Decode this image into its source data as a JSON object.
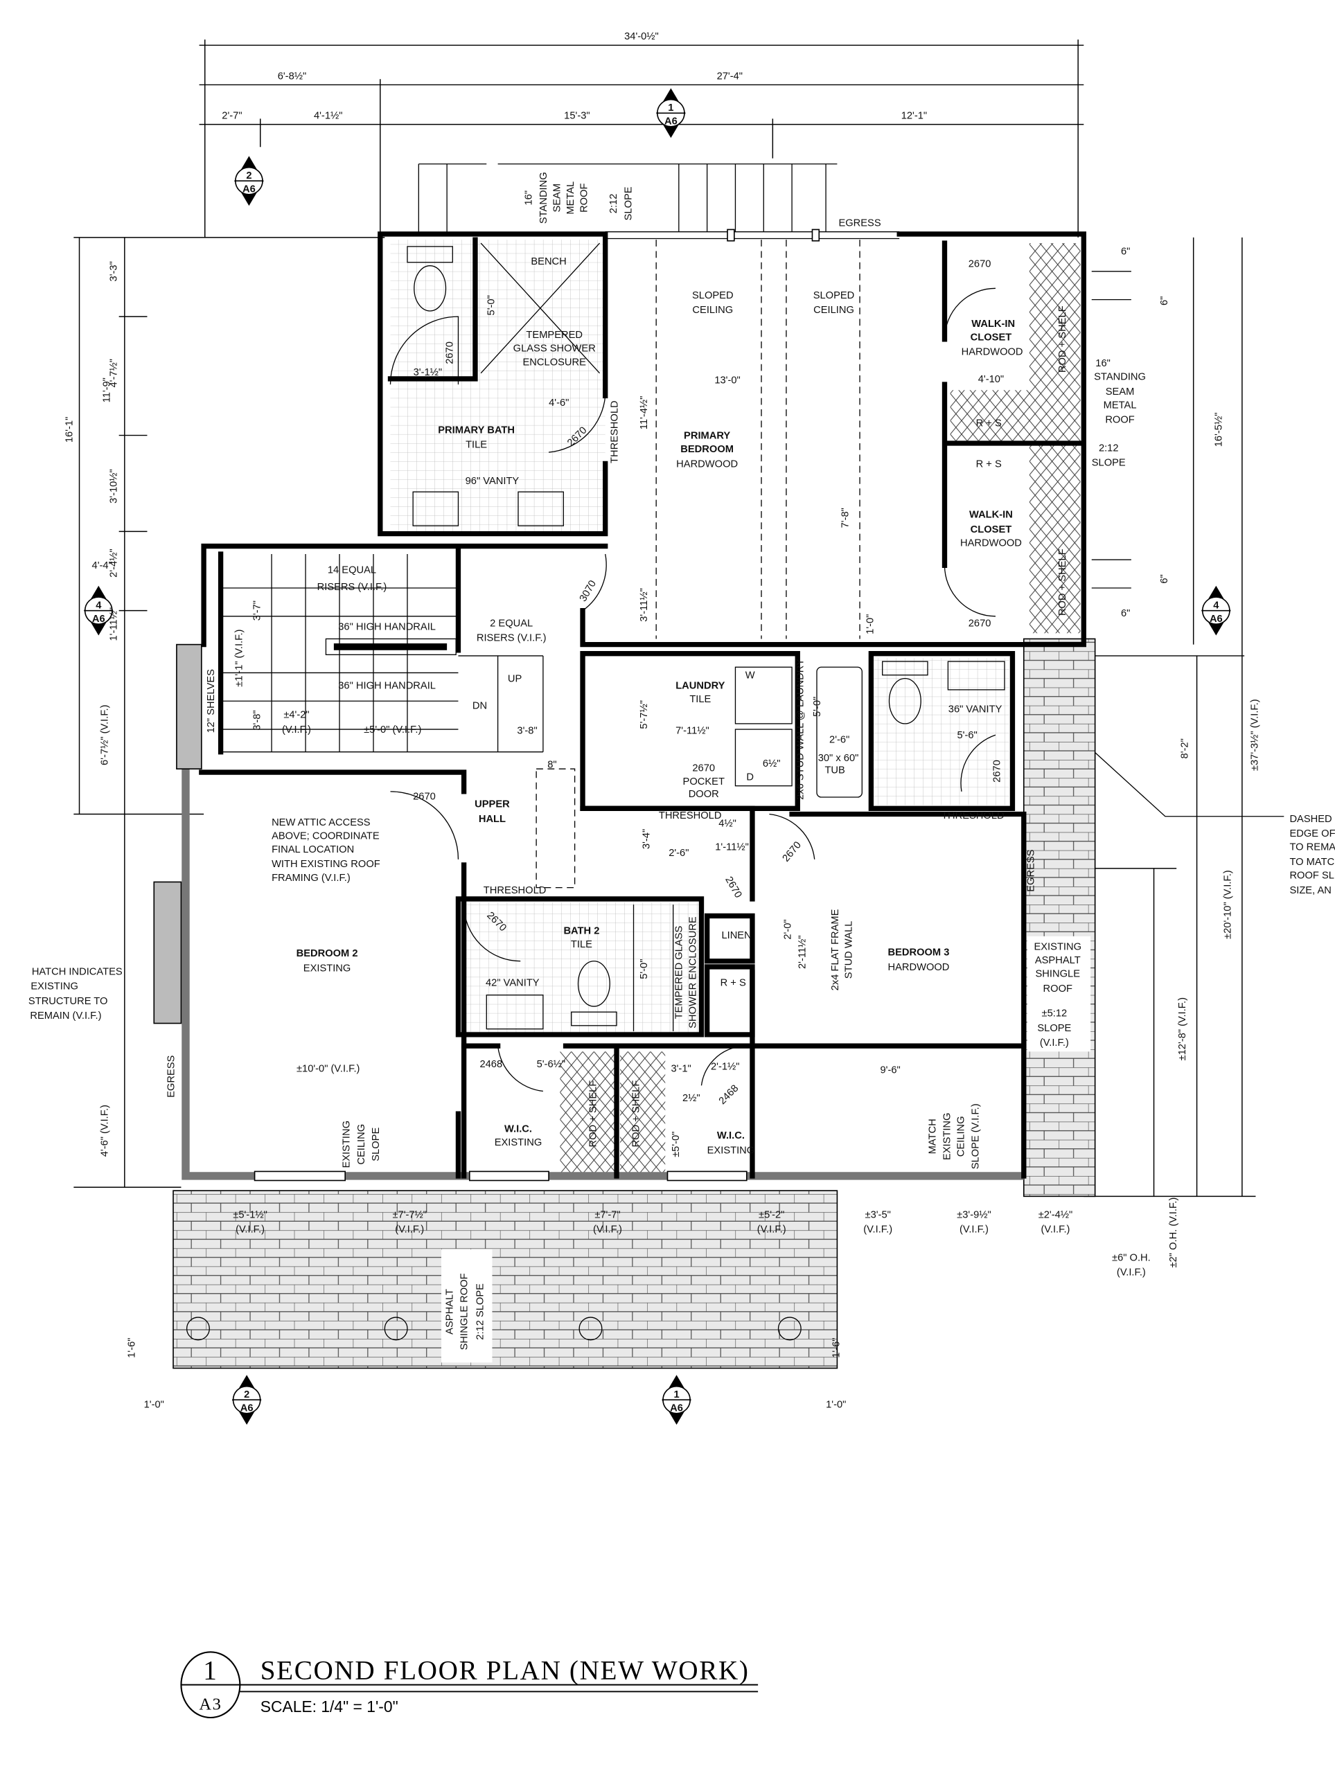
{
  "title": {
    "number": "1",
    "sheet": "A3",
    "name": "SECOND FLOOR PLAN (NEW WORK)",
    "scale": "SCALE: 1/4\" = 1'-0\""
  },
  "markers": {
    "s1": "1",
    "s2": "2",
    "s4": "4",
    "sheet": "A6"
  },
  "vif": "(V.I.F.)",
  "dims": {
    "top": [
      "34'-0½\"",
      "6'-8½\"",
      "27'-4\"",
      "2'-7\"",
      "4'-1½\"",
      "15'-3\"",
      "12'-1\""
    ],
    "left": [
      "3'-3\"",
      "11'-9\"",
      "4'-7½\"",
      "16'-1\"",
      "3'-10½\"",
      "2'-4½\"",
      "4'-4\"",
      "1'-11½\"",
      "6'-7½\" (V.I.F.)",
      "4'-6\" (V.I.F.)"
    ],
    "right": [
      "16'-5½\"",
      "±37'-3½\" (V.I.F.)",
      "8'-2\"",
      "±20'-10\" (V.I.F.)",
      "±12'-8\" (V.I.F.)",
      "6\""
    ],
    "bottom": [
      "±5'-1½\"",
      "±7'-7½\"",
      "±7'-7\"",
      "±5'-2\"",
      "±3'-5\"",
      "±3'-9½\"",
      "±2'-4½\"",
      "±6\" O.H.",
      "±2\" O.H. (V.I.F.)",
      "1'-6\"",
      "1'-0\""
    ]
  },
  "roof_top": {
    "lines": [
      "16\"",
      "STANDING",
      "SEAM",
      "METAL",
      "ROOF"
    ],
    "slope": [
      "2:12",
      "SLOPE"
    ],
    "egress": "EGRESS"
  },
  "roof_right": {
    "lines": [
      "16\"",
      "STANDING",
      "SEAM",
      "METAL",
      "ROOF",
      "2:12",
      "SLOPE"
    ]
  },
  "shingle_note": [
    "EXISTING",
    "ASPHALT",
    "SHINGLE",
    "ROOF",
    "±5:12",
    "SLOPE",
    "(V.I.F.)"
  ],
  "dashed_note": [
    "DASHED",
    "EDGE OF",
    "TO REMA",
    "TO MATC",
    "ROOF SL",
    "SIZE, AN"
  ],
  "hatch_note": [
    "HATCH INDICATES",
    "EXISTING",
    "STRUCTURE TO",
    "REMAIN (V.I.F.)"
  ],
  "attic_note": [
    "NEW ATTIC ACCESS",
    "ABOVE; COORDINATE",
    "FINAL LOCATION",
    "WITH EXISTING ROOF",
    "FRAMING (V.I.F.)"
  ],
  "bottom_roof": [
    "ASPHALT",
    "SHINGLE ROOF",
    "2:12 SLOPE"
  ],
  "primary_bath": {
    "name": "PRIMARY BATH",
    "finish": "TILE",
    "vanity": "96\" VANITY",
    "bench": "BENCH",
    "shower": [
      "TEMPERED",
      "GLASS SHOWER",
      "ENCLOSURE"
    ],
    "dims": [
      "5'-0\"",
      "3'-1½\"",
      "4'-6\""
    ]
  },
  "primary_bedroom": {
    "name": [
      "PRIMARY",
      "BEDROOM"
    ],
    "finish": "HARDWOOD",
    "sloped": [
      "SLOPED",
      "CEILING"
    ],
    "dims": [
      "13'-0\"",
      "11'-4½\"",
      "7'-8\"",
      "3'-11½\"",
      "1'-0\""
    ]
  },
  "closet": {
    "name": [
      "WALK-IN",
      "CLOSET"
    ],
    "finish": "HARDWOOD",
    "rod": "ROD + SHELF",
    "rs": "R + S",
    "dim": "4'-10\""
  },
  "laundry": {
    "name": "LAUNDRY",
    "finish": "TILE",
    "dims": [
      "5'-7½\"",
      "7'-11½\"",
      "6½\"",
      "4½\""
    ],
    "washer": "W",
    "dryer": "D",
    "door": [
      "2670",
      "POCKET",
      "DOOR"
    ],
    "wall": "2x6 STUD WALL @ LAUNDRY"
  },
  "bath3": {
    "vanity": "36\" VANITY",
    "tub": [
      "30\" x 60\"",
      "TUB"
    ],
    "dims": [
      "5'-0\"",
      "2'-6\"",
      "5'-6\""
    ]
  },
  "stair": {
    "risers": [
      "14 EQUAL",
      "RISERS (V.I.F.)"
    ],
    "handrail": "36\" HIGH HANDRAIL",
    "risers2": [
      "2 EQUAL",
      "RISERS (V.I.F.)"
    ],
    "up": "UP",
    "dn": "DN",
    "shelves": "12\" SHELVES",
    "dims": [
      "3'-7\"",
      "±1'-1\" (V.I.F.)",
      "3'-8\"",
      "±4'-2\"",
      "±5'-0\" (V.I.F.)",
      "8\""
    ]
  },
  "hall": {
    "name": [
      "UPPER",
      "HALL"
    ],
    "dims": [
      "3'-4\"",
      "2'-6\"",
      "1'-11½\""
    ]
  },
  "bath2": {
    "name": "BATH 2",
    "finish": "TILE",
    "vanity": "42\" VANITY",
    "shower": [
      "TEMPERED GLASS",
      "SHOWER ENCLOSURE"
    ],
    "dim": "5'-0\"",
    "linen": "LINEN"
  },
  "bedroom2": {
    "name": "BEDROOM 2",
    "status": "EXISTING",
    "dim": "±10'-0\" (V.I.F.)",
    "ceiling": [
      "EXISTING",
      "CEILING",
      "SLOPE"
    ]
  },
  "bedroom3": {
    "name": "BEDROOM 3",
    "finish": "HARDWOOD",
    "dims": [
      "9'-6\"",
      "2'-0\"",
      "2'-11½\"",
      "3'-1\"",
      "2'-1½\"",
      "2½\"",
      "5'-6½\"",
      "±5'-0\""
    ],
    "wall": [
      "2x4 FLAT FRAME",
      "STUD WALL"
    ],
    "ceiling": [
      "MATCH",
      "EXISTING",
      "CEILING",
      "SLOPE (V.I.F.)"
    ]
  },
  "wic": {
    "name": "W.I.C.",
    "status": "EXISTING"
  },
  "doors": {
    "d2670": "2670",
    "d3070": "3070",
    "d2468": "2468"
  },
  "threshold": "THRESHOLD",
  "egress": "EGRESS"
}
